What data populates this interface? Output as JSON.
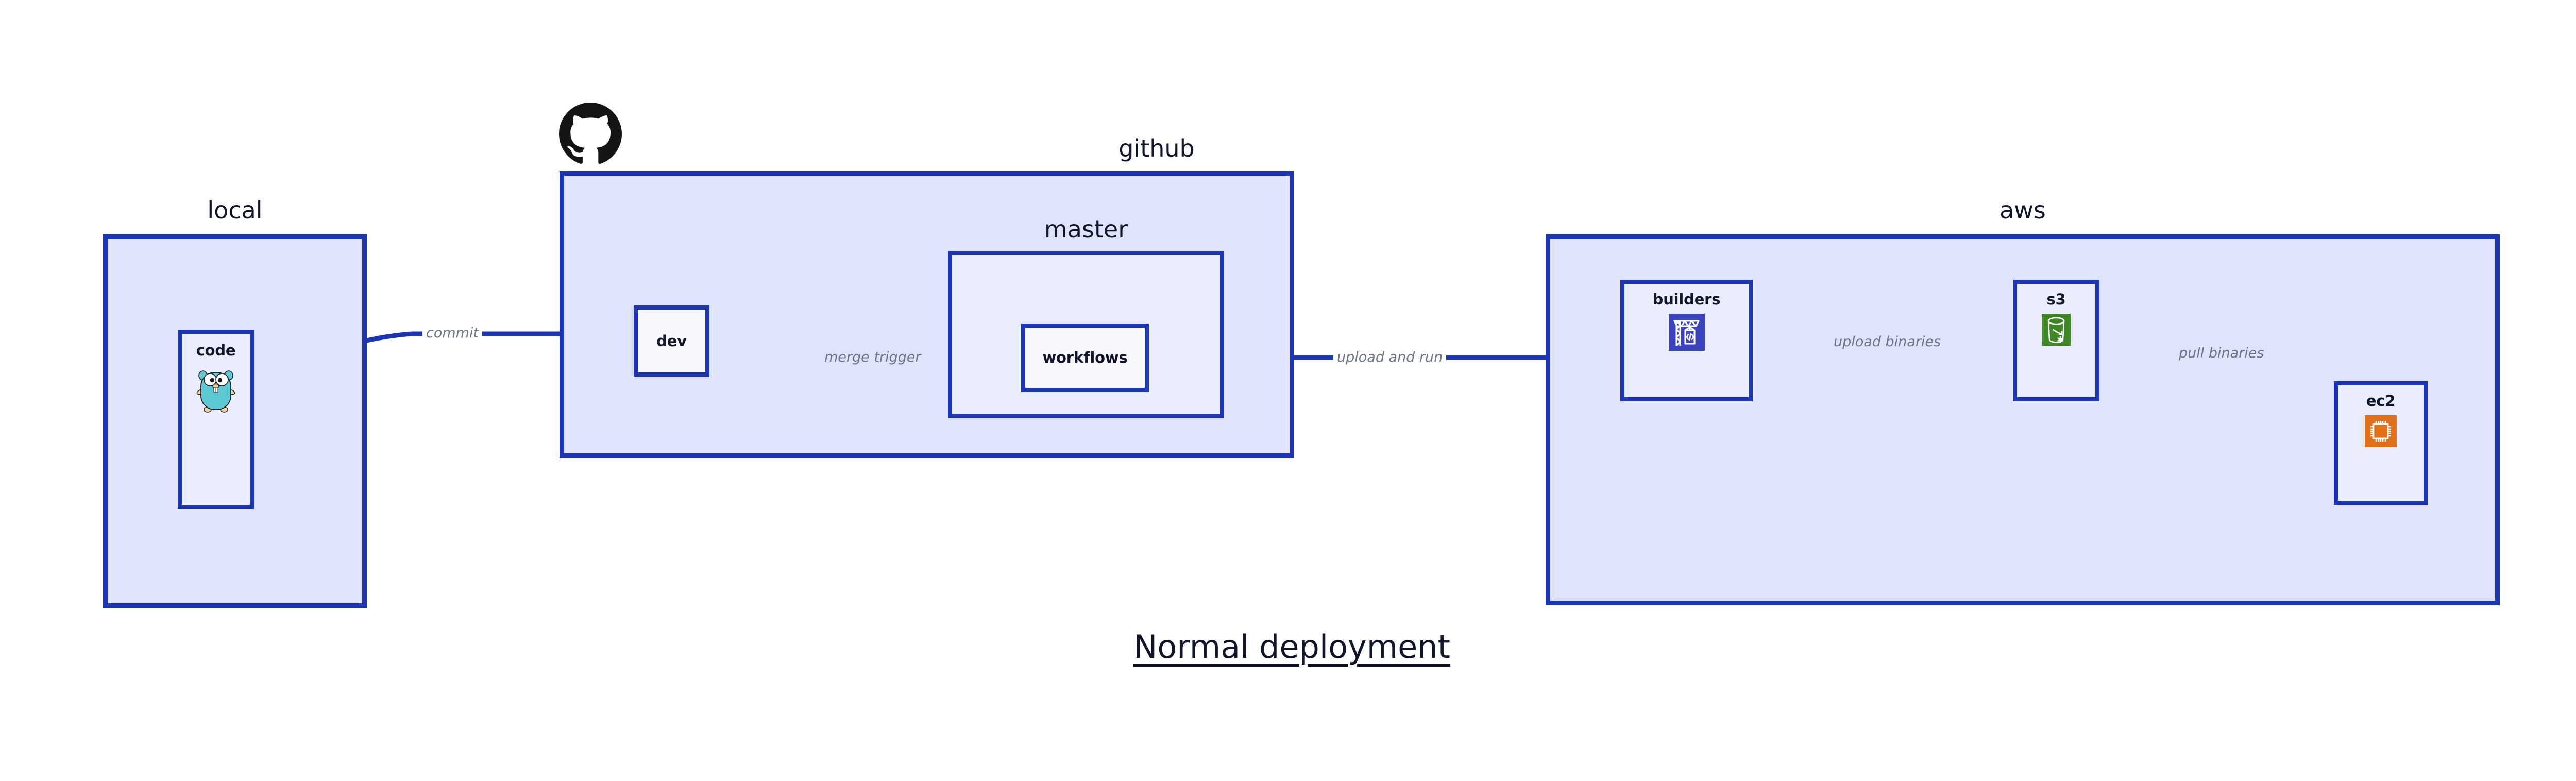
{
  "diagram": {
    "title": "Normal deployment",
    "accent_border": "#1b35b3",
    "group_fill": "#dfe4fb",
    "subgroup_fill": "#e9edfb",
    "node_fill": "#eaeefc",
    "edge_label_color": "#6e7488",
    "text_color": "#11152b"
  },
  "groups": {
    "local": {
      "label": "local"
    },
    "github": {
      "label": "github"
    },
    "master": {
      "label": "master"
    },
    "aws": {
      "label": "aws"
    }
  },
  "nodes": {
    "code": {
      "label": "code",
      "icon": "golang-gopher-icon"
    },
    "dev": {
      "label": "dev",
      "icon": "none"
    },
    "workflows": {
      "label": "workflows",
      "icon": "none"
    },
    "builders": {
      "label": "builders",
      "icon": "aws-codebuild-icon",
      "icon_color": "#3c43bf"
    },
    "s3": {
      "label": "s3",
      "icon": "aws-s3-bucket-icon",
      "icon_color": "#3f8624"
    },
    "ec2": {
      "label": "ec2",
      "icon": "aws-ec2-chip-icon",
      "icon_color": "#e1701a"
    }
  },
  "edges": [
    {
      "id": "commit",
      "label": "commit",
      "from": "code",
      "to": "dev"
    },
    {
      "id": "merge-trigger",
      "label": "merge trigger",
      "from": "dev",
      "to": "workflows"
    },
    {
      "id": "upload-and-run",
      "label": "upload and run",
      "from": "workflows",
      "to": "builders"
    },
    {
      "id": "upload-binaries",
      "label": "upload binaries",
      "from": "builders",
      "to": "s3"
    },
    {
      "id": "pull-binaries",
      "label": "pull binaries",
      "from": "s3",
      "to": "ec2"
    }
  ],
  "logos": {
    "github": {
      "name": "github-octocat-logo",
      "color": "#141414"
    }
  }
}
